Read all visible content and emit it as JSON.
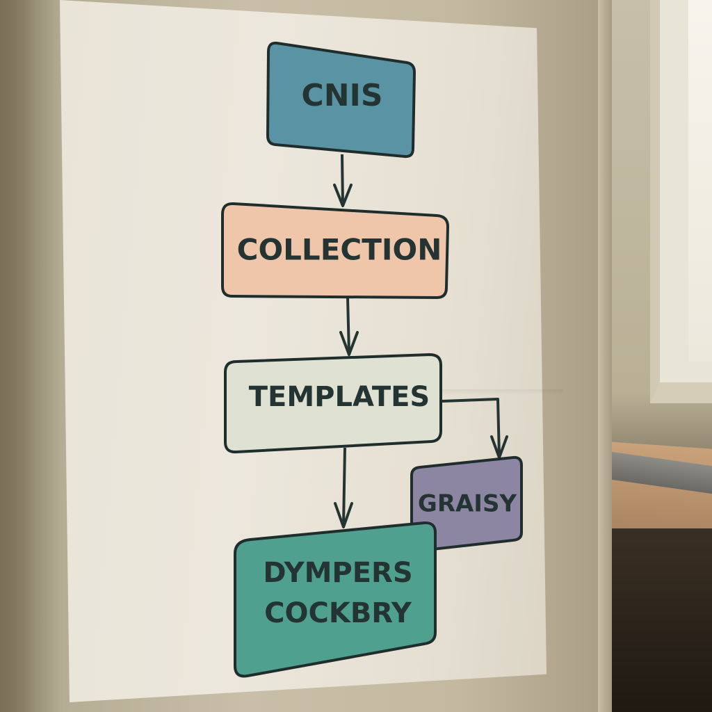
{
  "diagram": {
    "nodes": [
      {
        "id": "cnis",
        "label": "CNIS",
        "color": "#5a93a4"
      },
      {
        "id": "collection",
        "label": "COLLECTION",
        "color": "#efc6a9"
      },
      {
        "id": "templates",
        "label": "TEMPLATES",
        "color": "#dfe1d2"
      },
      {
        "id": "graisy",
        "label": "GRAISY",
        "color": "#8c86a3"
      },
      {
        "id": "dympers",
        "label_line1": "DYMPERS",
        "label_line2": "COCKBRY",
        "color": "#4fa08f"
      }
    ],
    "edges": [
      {
        "from": "cnis",
        "to": "collection"
      },
      {
        "from": "collection",
        "to": "templates"
      },
      {
        "from": "templates",
        "to": "dympers"
      },
      {
        "from": "templates",
        "to": "graisy"
      }
    ]
  }
}
